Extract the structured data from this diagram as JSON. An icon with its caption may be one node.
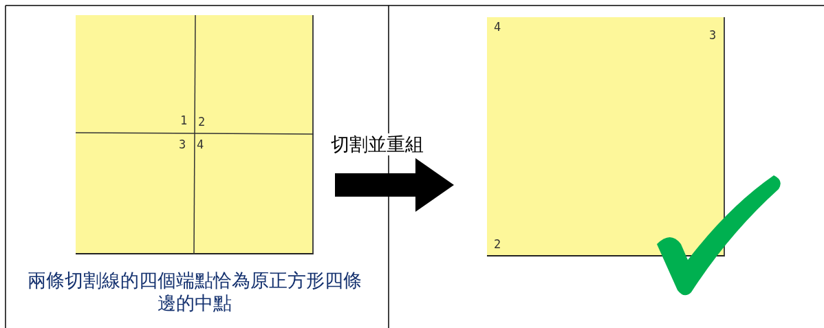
{
  "diagram": {
    "nodes": [
      {
        "text": [
          "1",
          "2",
          "3",
          "4"
        ],
        "beside": [
          "兩條切割線的四個端點恰為原正方形四條邊的中點"
        ]
      },
      {
        "text": [
          "4",
          "3",
          "2"
        ]
      }
    ],
    "edges": [
      {
        "from": 0,
        "to": 1,
        "arrow": "to",
        "label": "切割並重組"
      }
    ]
  }
}
